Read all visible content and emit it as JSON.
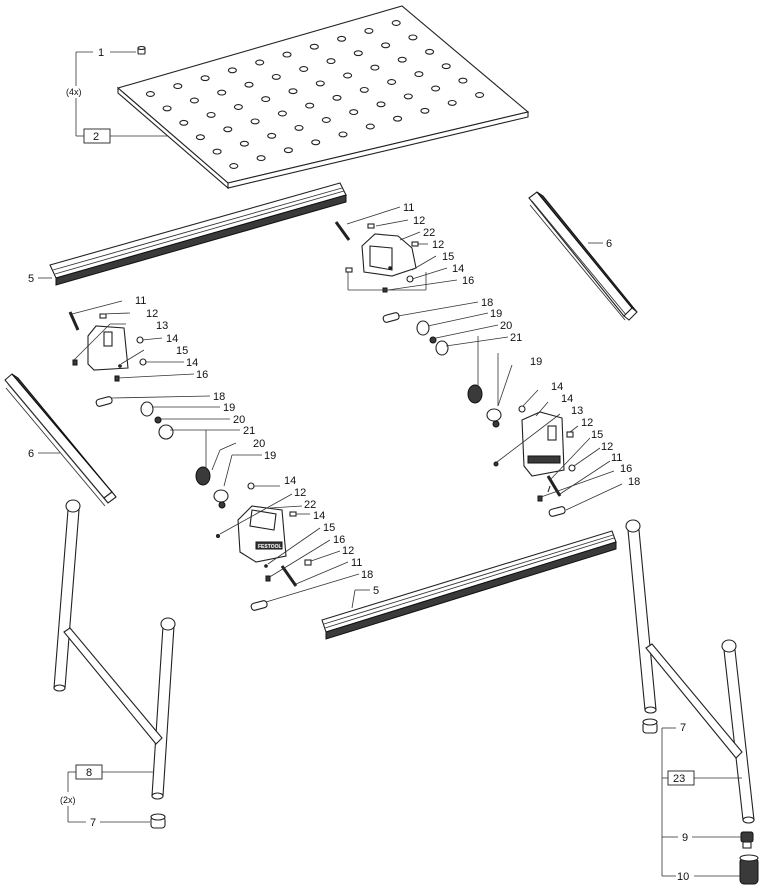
{
  "diagram": {
    "callouts": [
      "1",
      "2",
      "5",
      "6",
      "6",
      "5",
      "11",
      "12",
      "22",
      "12",
      "15",
      "14",
      "16",
      "18",
      "19",
      "20",
      "21",
      "19",
      "14",
      "14",
      "13",
      "12",
      "15",
      "12",
      "11",
      "16",
      "18",
      "11",
      "12",
      "13",
      "14",
      "15",
      "14",
      "16",
      "18",
      "19",
      "20",
      "21",
      "20",
      "19",
      "14",
      "12",
      "22",
      "14",
      "15",
      "16",
      "12",
      "11",
      "18",
      "7",
      "8",
      "7",
      "23",
      "9",
      "10"
    ],
    "boxed_callouts": {
      "plate": "2",
      "leg_left": "8",
      "leg_right": "23"
    },
    "multipliers": {
      "plate": "(4x)",
      "leg_left": "(2x)"
    },
    "brand_label": "FESTOOL"
  }
}
